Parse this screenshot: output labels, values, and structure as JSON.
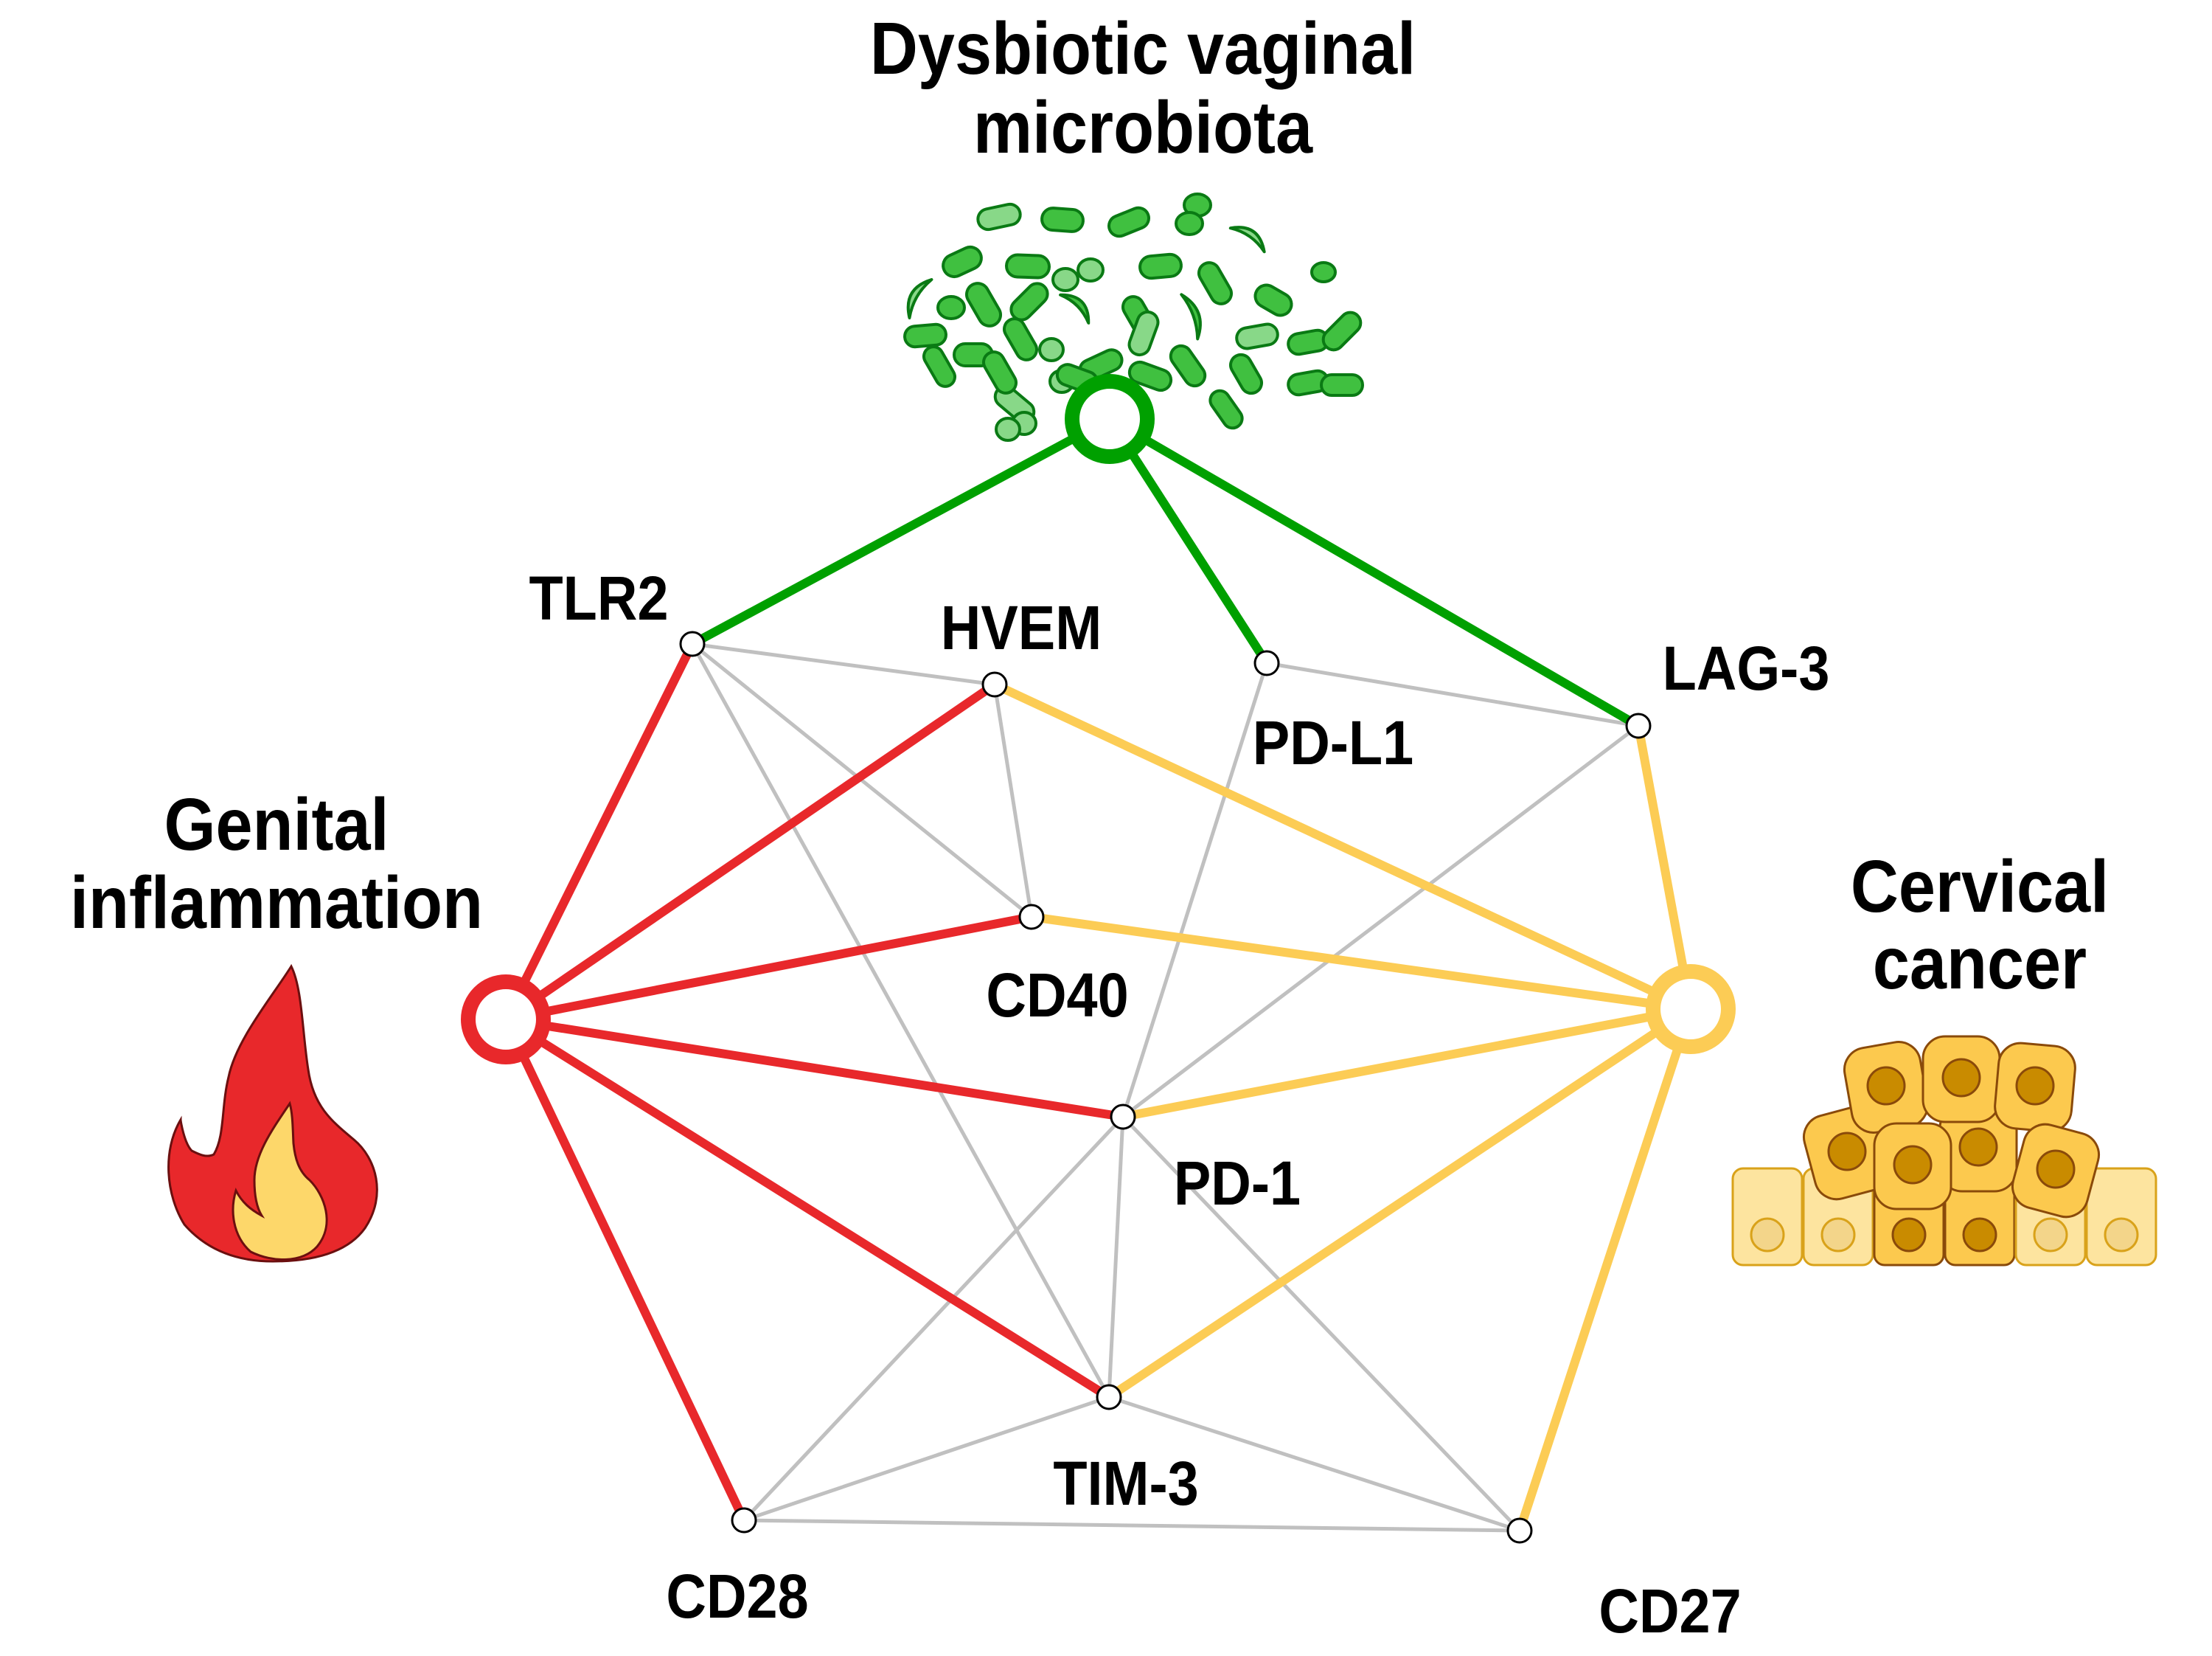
{
  "colors": {
    "microbiota": "#00a000",
    "inflammation": "#e8282b",
    "cancer": "#fccc55",
    "neutral_edge": "#c0c0c0",
    "node_fill": "#ffffff",
    "node_stroke": "#000000",
    "bacteria_dark": "#40c040",
    "bacteria_light": "#88d888",
    "bacteria_stroke": "#0a7a14",
    "flame_outer": "#e8282b",
    "flame_inner": "#fdd76a",
    "flame_stroke": "#6b0f0f",
    "cell_dark": "#fcc94e",
    "cell_light": "#fde49f",
    "nucleus_dark": "#c98b00",
    "nucleus_light": "#f3d58a",
    "cell_stroke_dark": "#8a4a0a",
    "cell_stroke_light": "#d9a21a"
  },
  "hubs": [
    {
      "id": "microbiota",
      "label_lines": [
        "Dysbiotic vaginal",
        "microbiota"
      ],
      "icon": "bacteria-cluster-icon"
    },
    {
      "id": "inflammation",
      "label_lines": [
        "Genital",
        "inflammation"
      ],
      "icon": "flame-icon"
    },
    {
      "id": "cancer",
      "label_lines": [
        "Cervical",
        "cancer"
      ],
      "icon": "tumor-cells-icon"
    }
  ],
  "nodes": [
    {
      "id": "TLR2",
      "label": "TLR2"
    },
    {
      "id": "HVEM",
      "label": "HVEM"
    },
    {
      "id": "PD-L1",
      "label": "PD-L1"
    },
    {
      "id": "LAG-3",
      "label": "LAG-3"
    },
    {
      "id": "CD40",
      "label": "CD40"
    },
    {
      "id": "PD-1",
      "label": "PD-1"
    },
    {
      "id": "TIM-3",
      "label": "TIM-3"
    },
    {
      "id": "CD28",
      "label": "CD28"
    },
    {
      "id": "CD27",
      "label": "CD27"
    }
  ],
  "hub_edges": [
    {
      "hub": "microbiota",
      "targets": [
        "TLR2",
        "PD-L1",
        "LAG-3"
      ]
    },
    {
      "hub": "inflammation",
      "targets": [
        "TLR2",
        "HVEM",
        "CD40",
        "PD-1",
        "TIM-3",
        "CD28"
      ]
    },
    {
      "hub": "cancer",
      "targets": [
        "LAG-3",
        "HVEM",
        "CD40",
        "PD-1",
        "TIM-3",
        "CD27"
      ]
    }
  ],
  "node_edges": [
    [
      "TLR2",
      "HVEM"
    ],
    [
      "TLR2",
      "CD40"
    ],
    [
      "TLR2",
      "TIM-3"
    ],
    [
      "HVEM",
      "CD40"
    ],
    [
      "PD-L1",
      "LAG-3"
    ],
    [
      "PD-L1",
      "PD-1"
    ],
    [
      "LAG-3",
      "PD-1"
    ],
    [
      "PD-1",
      "CD28"
    ],
    [
      "PD-1",
      "TIM-3"
    ],
    [
      "PD-1",
      "CD27"
    ],
    [
      "TIM-3",
      "CD28"
    ],
    [
      "TIM-3",
      "CD27"
    ],
    [
      "CD28",
      "CD27"
    ]
  ]
}
